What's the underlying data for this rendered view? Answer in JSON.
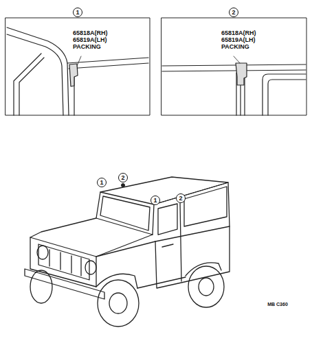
{
  "diagram": {
    "labels": [
      "1",
      "65818A(RH)",
      "65819A(LH)",
      "PACKING",
      "2",
      "65818A(RH)",
      "65819A(LH)",
      "PACKING",
      "1",
      "2",
      "1",
      "2",
      "MB C360"
    ]
  }
}
